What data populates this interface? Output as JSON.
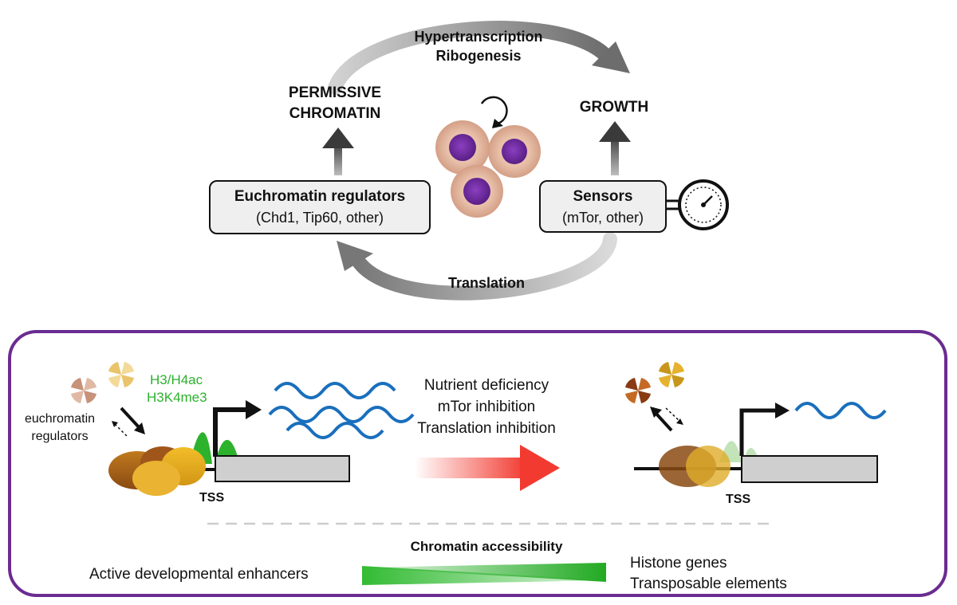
{
  "cycle": {
    "top_arrow_label_1": "Hypertranscription",
    "top_arrow_label_2": "Ribogenesis",
    "bottom_arrow_label": "Translation",
    "left_node_line1": "PERMISSIVE",
    "left_node_line2": "CHROMATIN",
    "right_node": "GROWTH",
    "regulators_box": {
      "title": "Euchromatin regulators",
      "subtitle": "(Chd1, Tip60, other)"
    },
    "sensors_box": {
      "title": "Sensors",
      "subtitle": "(mTor, other)"
    }
  },
  "panel": {
    "left_state": {
      "regulators_label_line1": "euchromatin",
      "regulators_label_line2": "regulators",
      "marks_line1": "H3/H4ac",
      "marks_line2": "H3K4me3",
      "tss_label": "TSS"
    },
    "transition": {
      "line1": "Nutrient deficiency",
      "line2": "mTor inhibition",
      "line3": "Translation inhibition"
    },
    "right_state": {
      "tss_label": "TSS"
    },
    "accessibility": {
      "title": "Chromatin accessibility",
      "left_label": "Active developmental enhancers",
      "right_label_line1": "Histone genes",
      "right_label_line2": "Transposable elements"
    }
  },
  "colors": {
    "panel_border": "#6a2c91",
    "histone_mark_green": "#2db22d",
    "transcript_blue": "#1a6fbd",
    "nucleus_purple": "#6c2a9a",
    "cell_body": "#e3b49b",
    "transition_arrow": "#f23a30"
  }
}
